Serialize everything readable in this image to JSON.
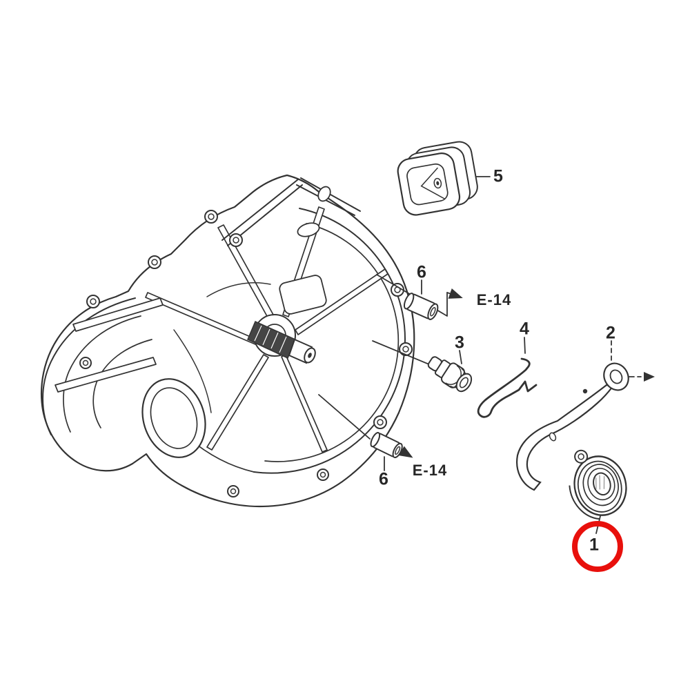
{
  "diagram": {
    "background_color": "#ffffff",
    "line_color": "#333333",
    "highlight_color": "#e8100c",
    "callouts": [
      {
        "label": "1",
        "highlighted": true
      },
      {
        "label": "2",
        "highlighted": false
      },
      {
        "label": "3",
        "highlighted": false
      },
      {
        "label": "4",
        "highlighted": false
      },
      {
        "label": "5",
        "highlighted": false
      },
      {
        "label": "6",
        "highlighted": false
      },
      {
        "label": "6",
        "highlighted": false
      }
    ],
    "references": [
      {
        "label": "E-14"
      },
      {
        "label": "E-14"
      }
    ]
  }
}
